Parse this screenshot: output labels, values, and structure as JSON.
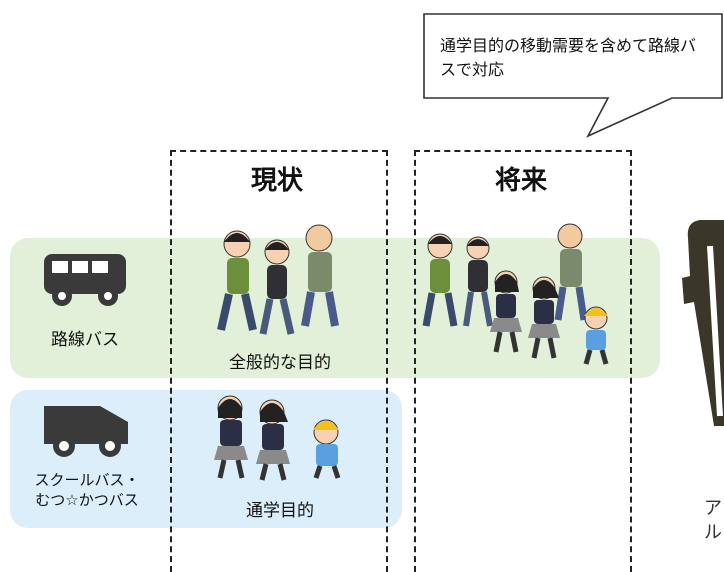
{
  "callout": {
    "text": "通学目的の移動需要を含めて路線バスで対応"
  },
  "columns": {
    "current": {
      "title": "現状"
    },
    "future": {
      "title": "将来"
    }
  },
  "rows": {
    "route_bus": {
      "label": "路線バス",
      "purpose": "全般的な目的"
    },
    "school_bus": {
      "label_line1": "スクールバス・",
      "label_line2": "むつ☆かつバス",
      "purpose": "通学目的"
    }
  },
  "edge_chars": {
    "line1": "ア",
    "line2": "ル"
  },
  "colors": {
    "green_band": "#e2f0d9",
    "blue_band": "#dbeef9",
    "icon_dark": "#3a3a3a"
  },
  "icons": [
    "bus-icon",
    "school-bus-icon",
    "people-illustration",
    "students-illustration",
    "callout-bubble",
    "door-icon"
  ]
}
